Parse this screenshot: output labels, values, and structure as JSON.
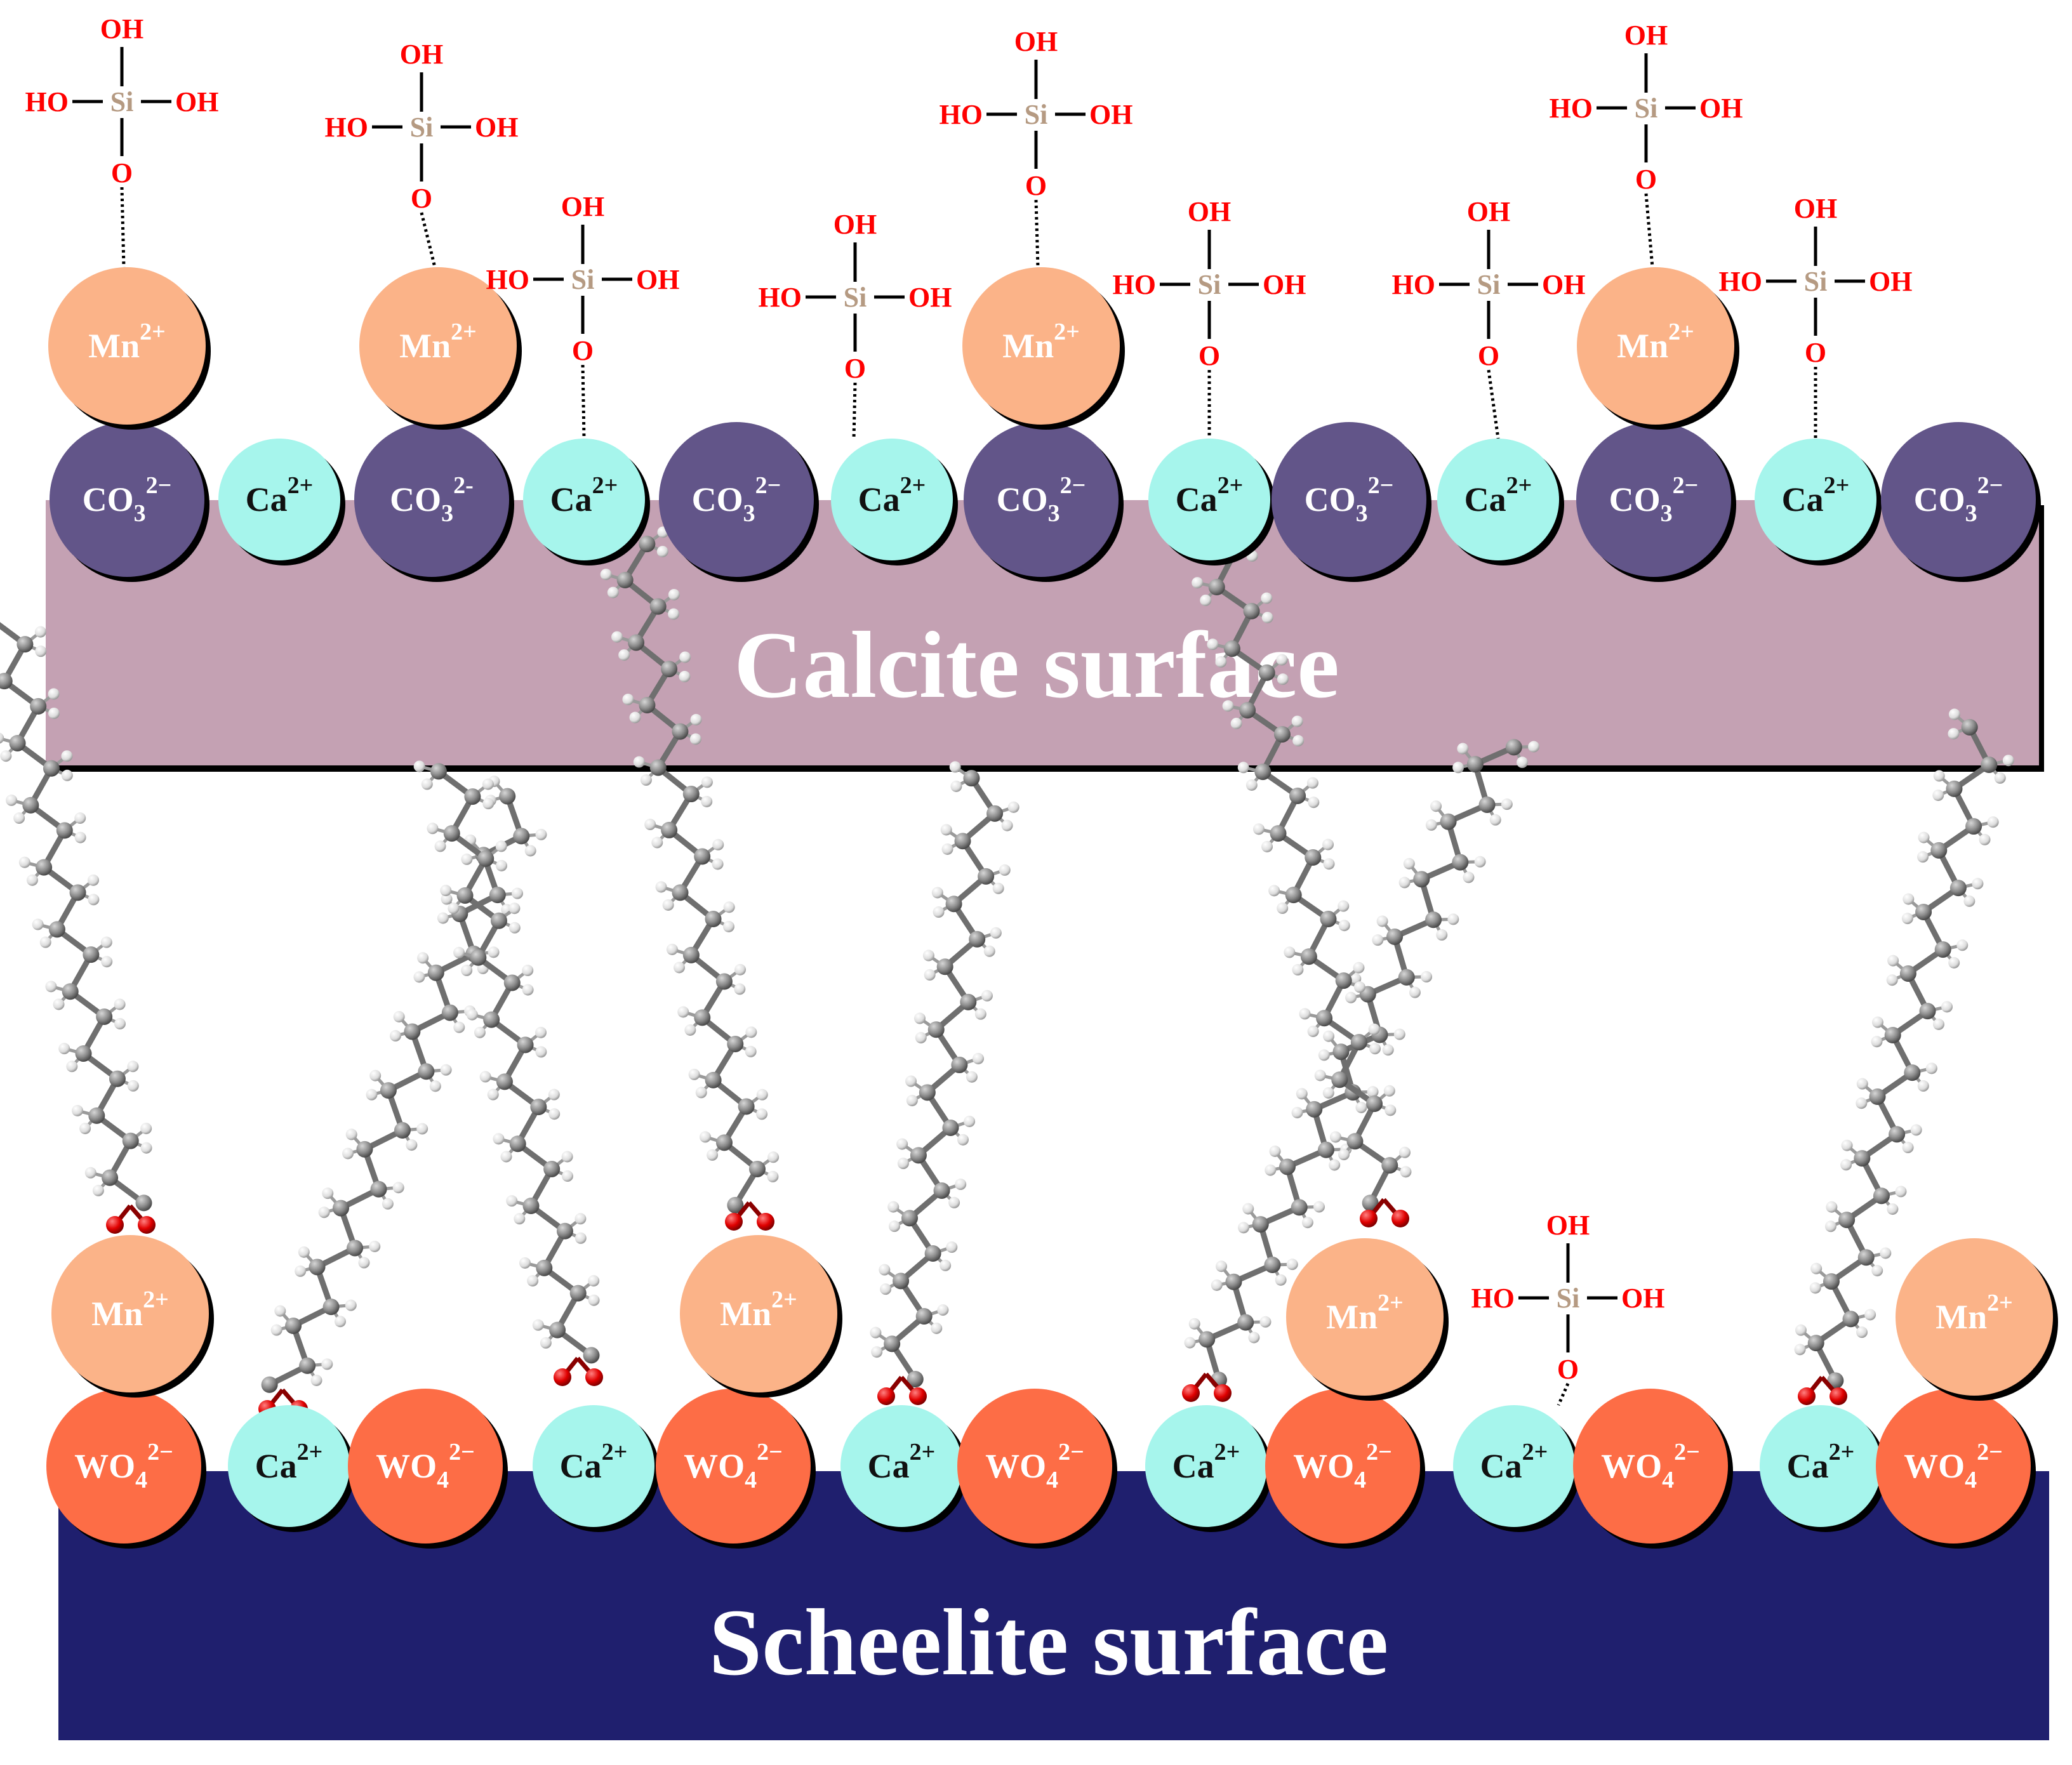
{
  "labels": {
    "calcite_surface": "Calcite surface",
    "scheelite_surface": "Scheelite surface",
    "mn": "Mn",
    "mn_charge": "2+",
    "ca": "Ca",
    "ca_charge": "2+",
    "co3": "CO",
    "co3_sub": "3",
    "co3_charge": "2−",
    "co3_charge_alt": "2-",
    "wo4": "WO",
    "wo4_sub": "4",
    "wo4_charge": "2−",
    "si": "Si",
    "oh": "OH",
    "ho": "HO",
    "o": "O"
  },
  "colors": {
    "calcite_slab": "#c4a1b3",
    "scheelite_slab": "#1f1f6e",
    "carbonate": "#625589",
    "calcium": "#a6f5ec",
    "manganese": "#fbb388",
    "tungstate": "#fd6d46",
    "hydroxyl_text": "#ff0000",
    "silicon_text": "#b59a82",
    "carbon_atom": "#8c8c8c",
    "hydrogen_atom": "#e6e6e6",
    "oxygen_atom": "#dd0000"
  },
  "calcite": {
    "surface_sequence": [
      "CO3",
      "Ca",
      "CO3",
      "Ca",
      "CO3",
      "Ca",
      "CO3",
      "Ca",
      "CO3",
      "Ca",
      "CO3",
      "Ca",
      "CO3"
    ],
    "mn_adsorbed_on_carbonate": [
      1,
      3,
      7,
      11
    ],
    "silicate_on_mn": [
      1,
      3,
      7,
      11
    ],
    "silicate_on_ca": [
      4,
      6,
      8,
      10,
      12
    ]
  },
  "scheelite": {
    "surface_sequence": [
      "WO4",
      "Ca",
      "WO4",
      "Ca",
      "WO4",
      "Ca",
      "WO4",
      "Ca",
      "WO4",
      "Ca",
      "WO4",
      "Ca",
      "WO4"
    ],
    "mn_adsorbed_on_tungstate": [
      1,
      5,
      9,
      13
    ],
    "oleate_on_mn": [
      1,
      5
    ],
    "oleate_on_ca": [
      2,
      4,
      6,
      8,
      12
    ],
    "oleate_free_near": [
      9,
      13
    ],
    "silicate_on_ca": [
      10
    ]
  }
}
